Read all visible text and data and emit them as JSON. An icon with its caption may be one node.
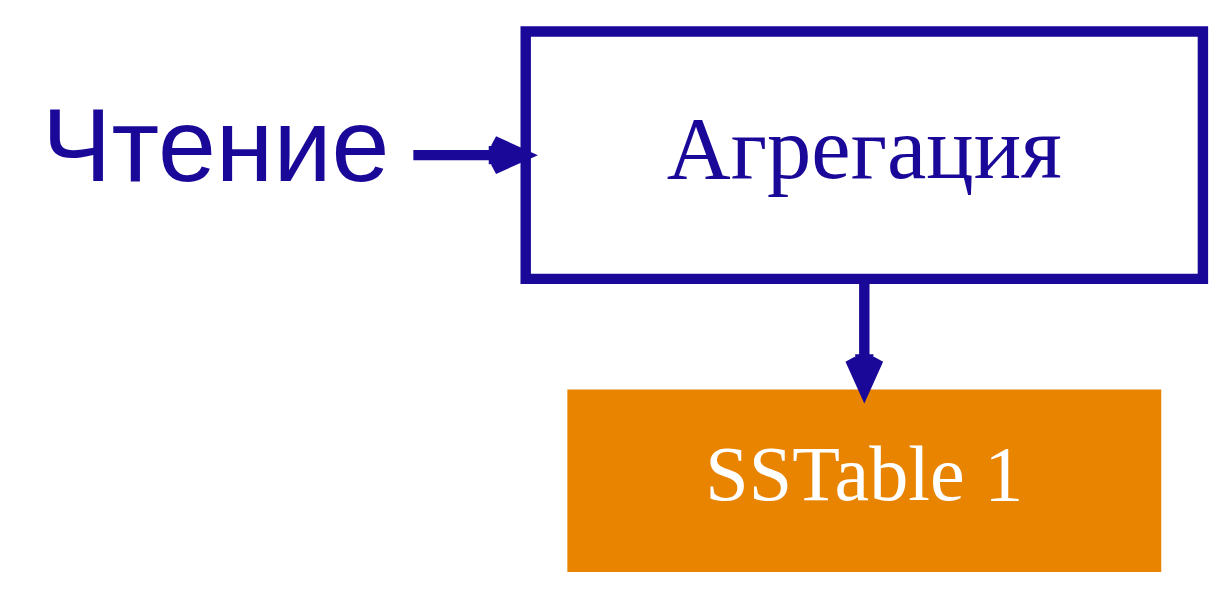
{
  "diagram": {
    "nodes": [
      {
        "text": [
          "Чтение"
        ]
      },
      {
        "text": [
          "Агрегация"
        ]
      },
      {
        "text": [
          "SSTable 1"
        ]
      }
    ],
    "edges": [
      {
        "from": 0,
        "to": 1,
        "arrow": "to"
      },
      {
        "from": 1,
        "to": 2,
        "arrow": "to"
      }
    ]
  }
}
